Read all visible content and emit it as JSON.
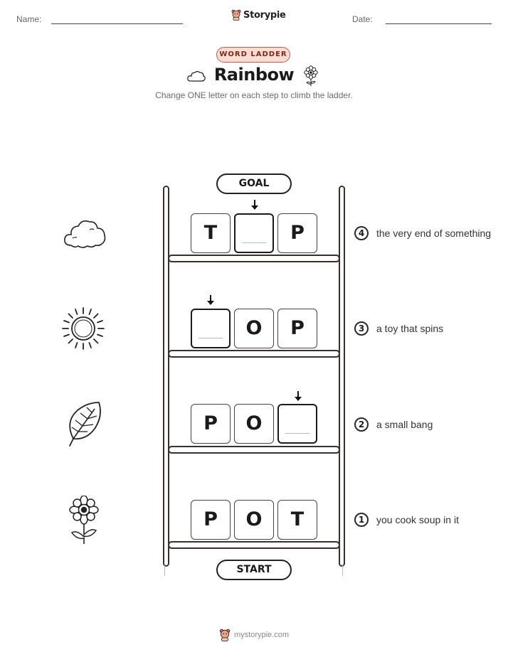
{
  "header": {
    "name_label": "Name:",
    "date_label": "Date:",
    "brand": "Storypie"
  },
  "badge": "WORD LADDER",
  "title": "Rainbow",
  "subtitle": "Change ONE letter on each step to climb the ladder.",
  "ladder": {
    "goal_label": "GOAL",
    "start_label": "START",
    "steps": [
      {
        "number": "4",
        "clue": "the very end of something",
        "icon": "cloud-icon",
        "letters": [
          "T",
          "",
          "P"
        ]
      },
      {
        "number": "3",
        "clue": "a toy that spins",
        "icon": "sun-icon",
        "letters": [
          "",
          "O",
          "P"
        ]
      },
      {
        "number": "2",
        "clue": "a small bang",
        "icon": "leaf-icon",
        "letters": [
          "P",
          "O",
          ""
        ]
      },
      {
        "number": "1",
        "clue": "you cook soup in it",
        "icon": "flower-icon",
        "letters": [
          "P",
          "O",
          "T"
        ]
      }
    ]
  },
  "footer": "mystorypie.com"
}
